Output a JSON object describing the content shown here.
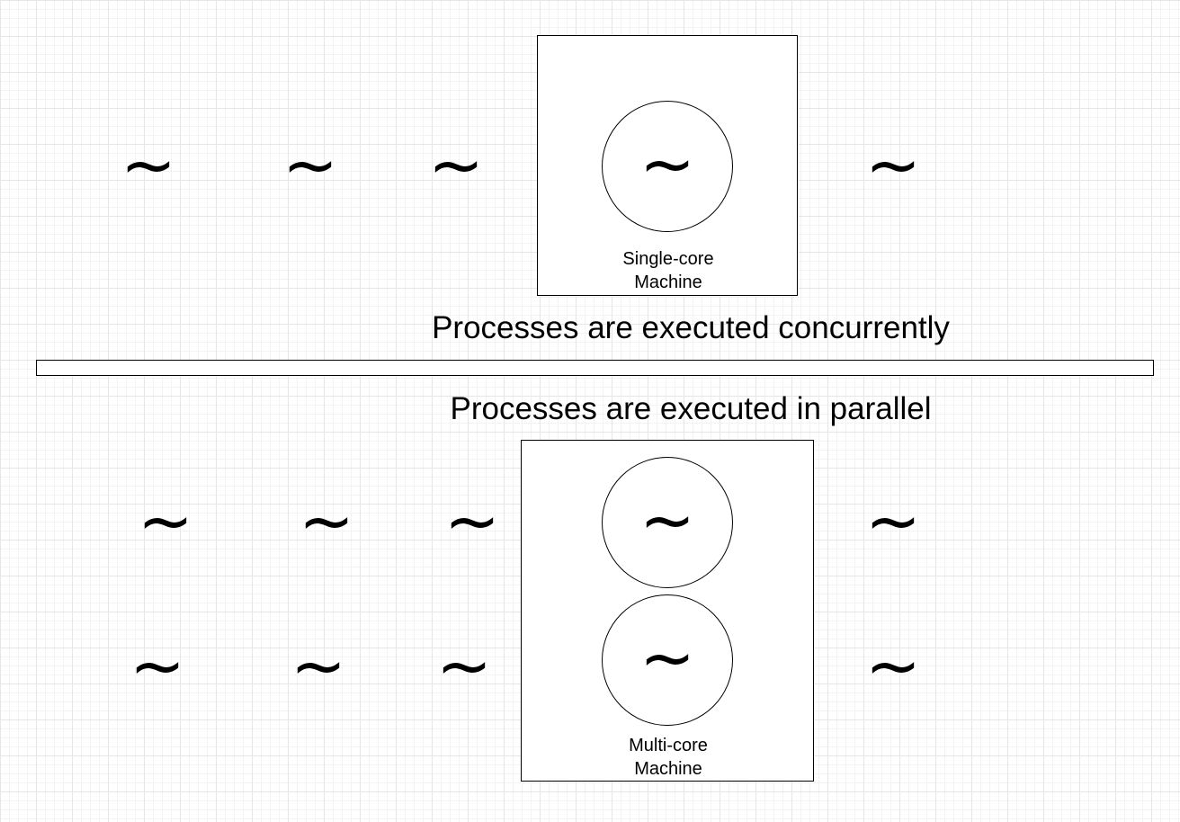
{
  "process_symbol": "~",
  "single_core": {
    "label": "Single-core\nMachine",
    "caption": "Processes are executed concurrently"
  },
  "multi_core": {
    "label": "Multi-core\nMachine",
    "caption": "Processes are executed in parallel"
  }
}
